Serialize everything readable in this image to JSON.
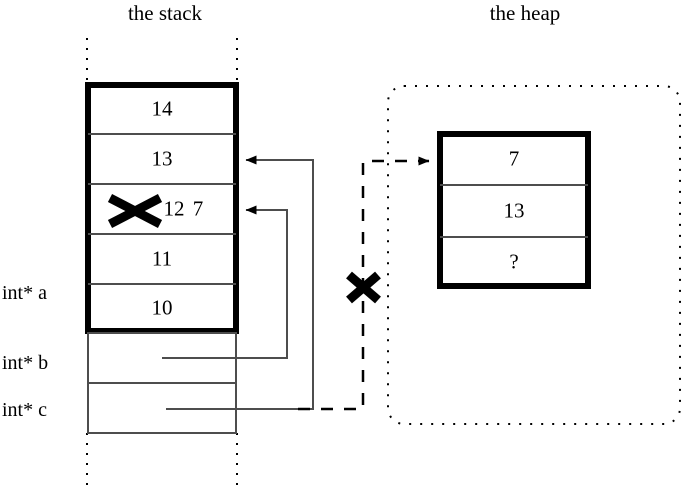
{
  "titles": {
    "stack": "the stack",
    "heap": "the heap"
  },
  "stack": {
    "frame_cells": [
      {
        "value": "14"
      },
      {
        "value": "13"
      },
      {
        "value": "12",
        "struck": true,
        "new_value": "7"
      },
      {
        "value": "11"
      },
      {
        "value": "10"
      }
    ],
    "pointer_rows": [
      {
        "label": "int* a"
      },
      {
        "label": "int* b"
      },
      {
        "label": "int* c"
      }
    ]
  },
  "heap": {
    "cells": [
      {
        "value": "7"
      },
      {
        "value": "13"
      },
      {
        "value": "?"
      }
    ]
  },
  "markers": {
    "invalid_link": "x-mark",
    "struck_value": "x-mark"
  },
  "colors": {
    "ink": "#000000",
    "thin_line": "#4d4d4d",
    "background": "#ffffff"
  }
}
